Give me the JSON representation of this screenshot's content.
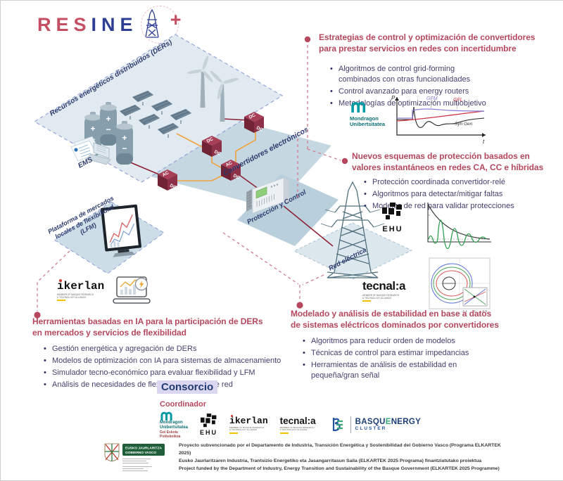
{
  "logo": {
    "res": "RES",
    "ine": "INE",
    "plus": "+"
  },
  "diagram": {
    "ders_label": "Recursos energéticos distribuidos (DERs)",
    "ems_label": "EMS",
    "converters_label": "Convertidores electrónicos",
    "lfm_l1": "Plataforma de mercados",
    "lfm_l2": "locales de flexibilidad",
    "lfm_l3": "(LFM)",
    "protection_label": "Protección y Control",
    "grid_label": "Red eléctrica",
    "battery_plus": "+",
    "battery_minus": "−",
    "boxes": [
      {
        "top": "DC",
        "side": "DC"
      },
      {
        "top": "DC",
        "side": "DC"
      },
      {
        "top": "AC",
        "side": "DC"
      },
      {
        "top": "AC",
        "side": "DC"
      }
    ]
  },
  "blocks": {
    "control": {
      "title": "Estrategias de control y optimización de convertidores\npara prestar servicios en redes con incertidumbre",
      "bullets": [
        "Algoritmos de control grid-forming\ncombinados con otras funcionalidades",
        "Control avanzado para energy routers",
        "Metodologías de optimización multiobjetivo"
      ]
    },
    "protection": {
      "title": "Nuevos esquemas de protección basados en\nvalores instantáneos en redes CA, CC e híbridas",
      "bullets": [
        "Protección coordinada convertidor-relé",
        "Algoritmos para detectar/mitigar faltas",
        "Modelos de red para validar protecciones"
      ]
    },
    "tools": {
      "title": "Herramientas basadas en IA para la participación de DERs\nen mercados y servicios de flexibilidad",
      "bullets": [
        "Gestión energética y agregación de DERs",
        "Modelos de optimización con IA para sistemas de almacenamiento",
        "Simulador tecno-económico para evaluar flexibilidad y LFM",
        "Análisis de necesidades de flexibilidad a nivel de red"
      ]
    },
    "stability": {
      "title": "Modelado y análisis de estabilidad en base a datos\nde sistemas eléctricos dominados por convertidores",
      "bullets": [
        "Algoritmos para reducir orden de modelos",
        "Técnicas de control para estimar impedancias",
        "Herramientas de análisis de estabilidad en\npequeña/gran señal"
      ]
    }
  },
  "sketches": {
    "power": {
      "ylabel": "P",
      "xlabel": "t",
      "gfm": "GFM",
      "gfl": "GFL",
      "syn": "Syn Gen"
    },
    "nyquist": {
      "ticks": [
        "-1.1",
        "-1",
        "-0.9"
      ]
    }
  },
  "partners": {
    "mondragon_l1": "Mondragon",
    "mondragon_l2": "Unibertsitatea",
    "ehu": "EHU",
    "ikerlan": "ikerlan",
    "brta_sub": "MEMBER OF BASQUE RESEARCH\n& TECHNOLOGY ALLIANCE",
    "tecnalia": "tecnal:a"
  },
  "consorcio": {
    "title": "Consorcio",
    "coordinator": "Coordinador",
    "mond_sub": "Goi Eskola\nPoliteknikoa",
    "be_mono_b": "B",
    "be_mono_e": "E",
    "be_p1": "BASQU",
    "be_p2": "E",
    "be_p3": "NERGY",
    "be_cluster": "CLUSTER"
  },
  "footer": {
    "gov_l1": "EUSKO JAURLARITZA",
    "gov_l2": "GOBIERNO VASCO",
    "line_es": "Proyecto subvencionado por el Departamento de Industria, Transición Energética y Sostenibilidad del Gobierno Vasco (Programa ELKARTEK 2025)",
    "line_eu": "Eusko Jaurlaritzaren Industria, Trantsizio Energetiko eta Jasangarritasun Saila (ELKARTEK 2025 Programa) finantziatutako proiektua",
    "line_en": "Project funded by the Department of Industry, Energy Transition and Sustainability of the Basque Government (ELKARTEK 2025 Programme)"
  },
  "colors": {
    "accent_red": "#b5485e",
    "text_navy": "#45406e",
    "label_blue": "#2c3a6e",
    "teal": "#009aa0",
    "orange": "#f0a440",
    "dark_red": "#8c1f33",
    "be_green": "#36a87c",
    "be_navy": "#1d3f77"
  }
}
